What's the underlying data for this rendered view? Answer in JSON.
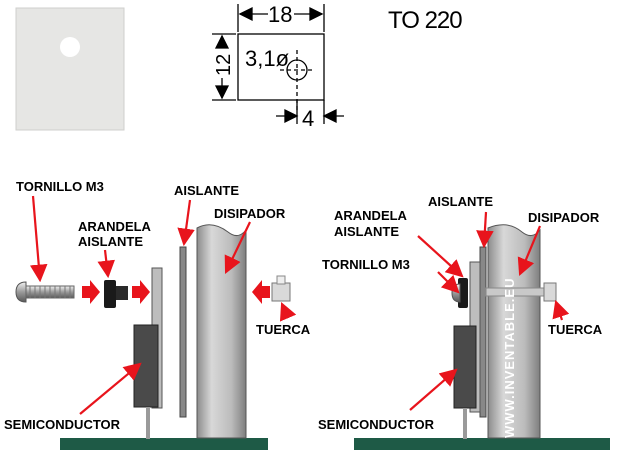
{
  "top": {
    "package": "TO 220",
    "dim_width": "18",
    "dim_height": "12",
    "dim_hole": "3,1ø",
    "dim_offset": "4"
  },
  "labels": {
    "tornillo": "TORNILLO M3",
    "arandela_line1": "ARANDELA",
    "arandela_line2": "AISLANTE",
    "aislante": "AISLANTE",
    "disipador": "DISIPADOR",
    "tuerca": "TUERCA",
    "semiconductor": "SEMICONDUCTOR"
  },
  "watermark": "WWW.INVENTABLE.EU",
  "colors": {
    "arrow_red": "#e8141c",
    "base_green": "#1e5a46",
    "heatsink_gray": "#b9b9b9",
    "pad_gray": "#e6e6e4",
    "semiconductor_dark": "#4a4a4a"
  }
}
